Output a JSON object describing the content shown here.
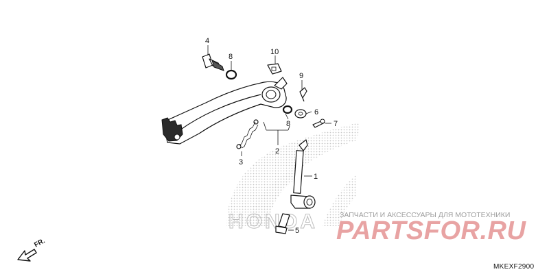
{
  "callouts": {
    "p1": "1",
    "p2": "2",
    "p3": "3",
    "p4": "4",
    "p5": "5",
    "p6": "6",
    "p7": "7",
    "p8a": "8",
    "p8b": "8",
    "p9": "9",
    "p10": "10"
  },
  "direction": {
    "label": "FR."
  },
  "diagram_code": "MKEXF2900",
  "watermark": {
    "brand": "HONDA",
    "tagline": "ЗАПЧАСТИ И АКСЕССУАРЫ ДЛЯ МОТОТЕХНИКИ",
    "site": "PARTSFOR.RU"
  },
  "colors": {
    "line": "#111111",
    "watermark_red": "#e8a3a3",
    "watermark_gray": "#cfcfcf"
  }
}
